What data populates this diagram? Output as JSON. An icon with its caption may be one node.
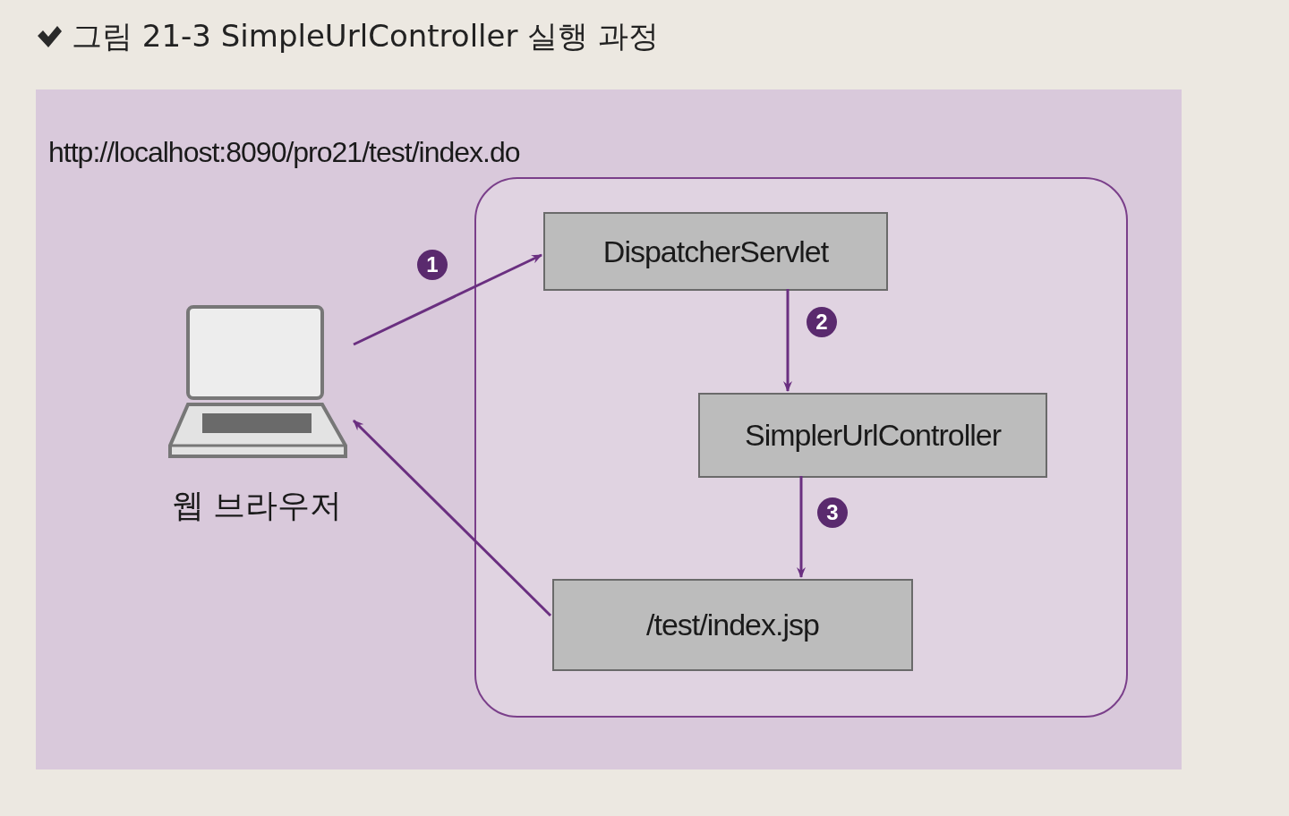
{
  "diagram": {
    "title": "그림 21-3 SimpleUrlController 실행 과정",
    "nodes": [
      {
        "text": [
          "http://localhost:8090/pro21/test/index.do"
        ]
      },
      {
        "text": [
          "웹 브라우저"
        ],
        "in": 0
      },
      {
        "text": [],
        "shape": "box",
        "in": 0
      },
      {
        "text": [
          "DispatcherServlet"
        ],
        "in": 2
      },
      {
        "text": [
          "SimplerUrlController"
        ],
        "in": 2
      },
      {
        "text": [
          "/test/index.jsp"
        ],
        "in": 2
      }
    ],
    "edges": [
      {
        "from": 1,
        "to": 3,
        "arrow": "to",
        "label": "1"
      },
      {
        "from": 3,
        "to": 4,
        "arrow": "to",
        "label": "2"
      },
      {
        "from": 4,
        "to": 5,
        "arrow": "to",
        "label": "3"
      },
      {
        "from": 5,
        "to": 1,
        "arrow": "to"
      }
    ]
  }
}
